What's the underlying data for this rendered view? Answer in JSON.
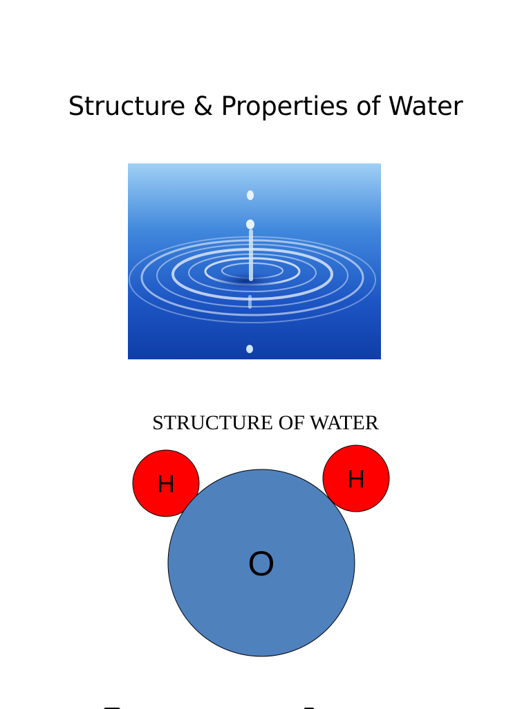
{
  "slide": {
    "title": "Structure & Properties of Water"
  },
  "photo": {
    "subject": "water droplet ripples",
    "colors": {
      "light": "#9fd0f5",
      "mid": "#2f6fd0",
      "dark": "#0f3da8"
    }
  },
  "diagram": {
    "heading": "STRUCTURE OF WATER",
    "atoms": {
      "oxygen_label": "O",
      "hydrogen_left_label": "H",
      "hydrogen_right_label": "H"
    },
    "colors": {
      "oxygen": "#4f81bd",
      "hydrogen": "#ff0000"
    }
  }
}
